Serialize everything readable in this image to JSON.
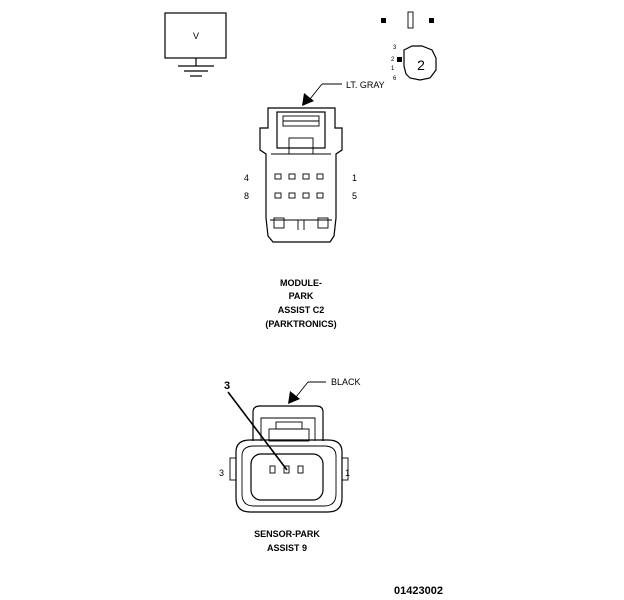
{
  "symbol": {
    "v_label": "V"
  },
  "inset": {
    "pin_labels": [
      "3",
      "2",
      "1",
      "6"
    ],
    "big_number": "2"
  },
  "module_connector": {
    "color_label": "LT. GRAY",
    "pin_left_top": "4",
    "pin_left_bottom": "8",
    "pin_right_top": "1",
    "pin_right_bottom": "5",
    "caption_lines": [
      "MODULE-",
      "PARK",
      "ASSIST C2",
      "(PARKTRONICS)"
    ]
  },
  "sensor_connector": {
    "color_label": "BLACK",
    "callout_number": "3",
    "pin_left": "3",
    "pin_right": "1",
    "caption_lines": [
      "SENSOR-PARK",
      "ASSIST 9"
    ]
  },
  "figure_id": "01423002"
}
